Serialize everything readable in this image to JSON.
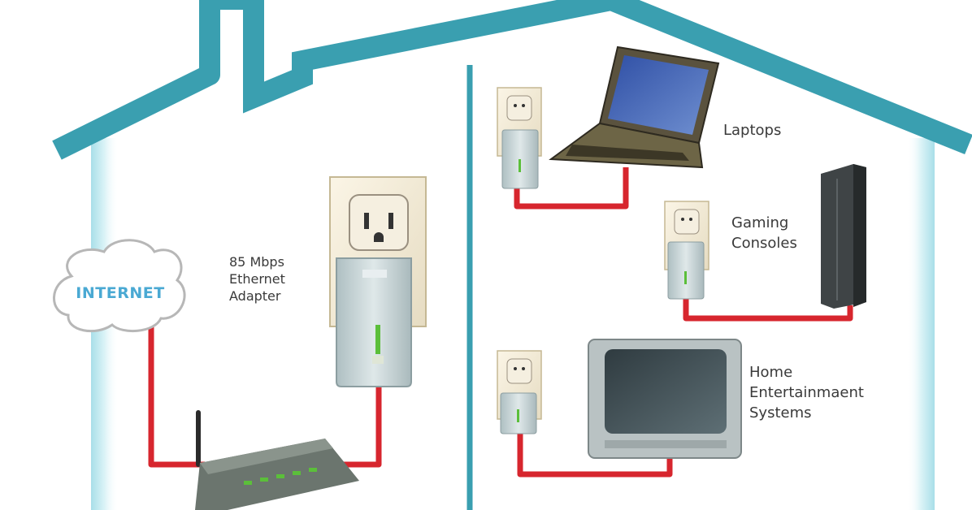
{
  "colors": {
    "house_outline": "#3a9fb0",
    "house_wall_glow": "#bfe8ef",
    "cable": "#d7262e",
    "cloud_text": "#4aa9d3",
    "outlet_plate": "#f3ead4",
    "adapter_body": "#c9d6d8",
    "status_led": "#5bbf3a",
    "laptop_screen": "#3d5fae",
    "tv_screen": "#4a5a60",
    "console_body": "#3f4446"
  },
  "labels": {
    "internet": "INTERNET",
    "adapter": [
      "85 Mbps",
      "Ethernet",
      "Adapter"
    ],
    "laptops": "Laptops",
    "gaming": [
      "Gaming",
      "Consoles"
    ],
    "home": [
      "Home",
      "Entertainmaent",
      "Systems"
    ]
  },
  "icons": [
    "cloud-icon",
    "router-icon",
    "wall-outlet-icon",
    "powerline-adapter-icon",
    "laptop-icon",
    "game-console-icon",
    "television-icon"
  ]
}
